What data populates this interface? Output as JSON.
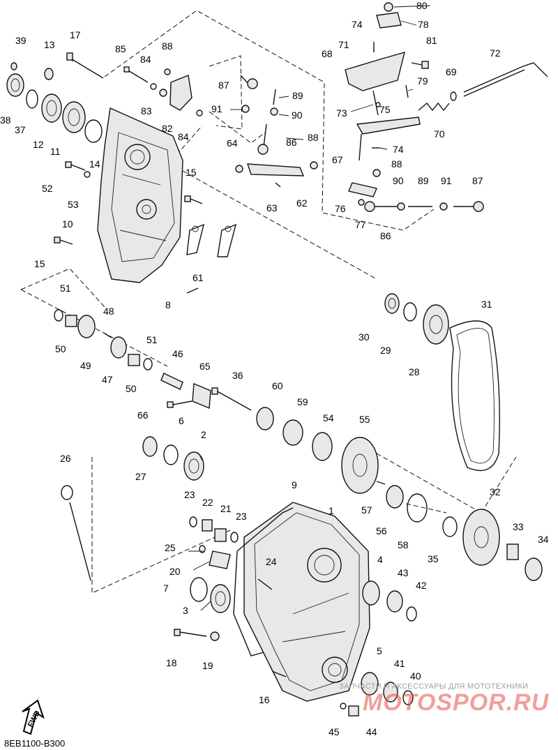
{
  "diagram": {
    "code": "8EB1100-B300",
    "fwd_label": "FWD",
    "watermark": {
      "line1": "ЗАПЧАСТИ И АКСЕССУАРЫ ДЛЯ МОТОТЕХНИКИ",
      "line2": "MOTOSPOR.RU"
    },
    "callouts": [
      "1",
      "2",
      "3",
      "4",
      "5",
      "6",
      "7",
      "8",
      "9",
      "10",
      "11",
      "12",
      "13",
      "14",
      "15",
      "16",
      "17",
      "18",
      "19",
      "20",
      "21",
      "22",
      "23",
      "24",
      "25",
      "26",
      "27",
      "28",
      "29",
      "30",
      "31",
      "32",
      "33",
      "34",
      "35",
      "36",
      "37",
      "38",
      "39",
      "40",
      "41",
      "42",
      "43",
      "44",
      "45",
      "46",
      "47",
      "48",
      "49",
      "50",
      "51",
      "52",
      "53",
      "54",
      "55",
      "56",
      "57",
      "58",
      "59",
      "60",
      "61",
      "62",
      "63",
      "64",
      "65",
      "66",
      "67",
      "68",
      "69",
      "70",
      "71",
      "72",
      "73",
      "74",
      "75",
      "76",
      "77",
      "78",
      "79",
      "80",
      "81",
      "82",
      "83",
      "84",
      "85",
      "86",
      "87",
      "88",
      "89",
      "90",
      "91"
    ]
  }
}
